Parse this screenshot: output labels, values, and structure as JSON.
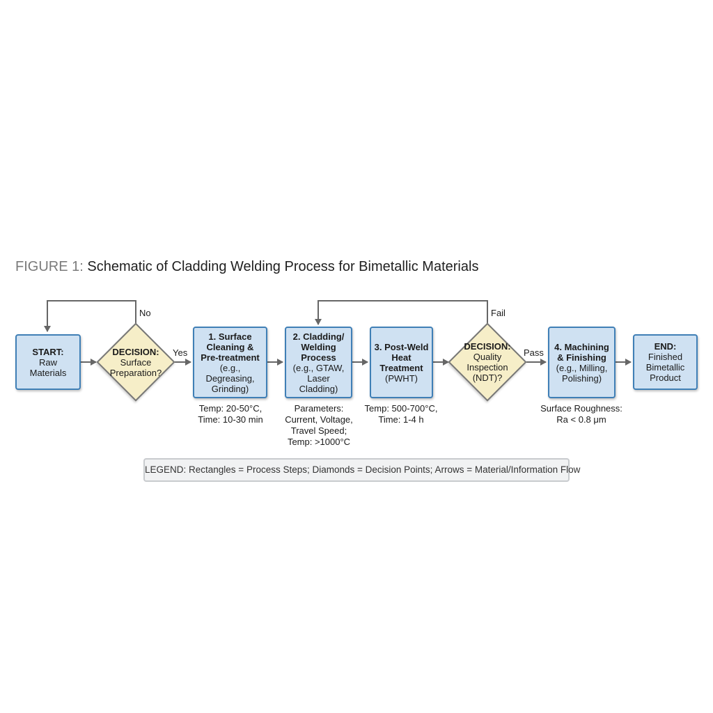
{
  "title": {
    "label": "FIGURE 1:",
    "text": "Schematic of Cladding Welding Process for Bimetallic Materials"
  },
  "nodes": {
    "start": {
      "bold": "START:",
      "text": "Raw\nMaterials"
    },
    "decision_prep": {
      "bold": "DECISION:",
      "text": "Surface\nPreparation?"
    },
    "step1": {
      "bold": "1. Surface\nCleaning &\nPre-treatment",
      "text": "(e.g., Degreasing,\nGrinding)"
    },
    "step2": {
      "bold": "2. Cladding/\nWelding\nProcess",
      "text": "(e.g., GTAW,\nLaser Cladding)"
    },
    "step3": {
      "bold": "3. Post-Weld\nHeat\nTreatment",
      "text": "(PWHT)"
    },
    "decision_qc": {
      "bold": "DECISION:",
      "text": "Quality\nInspection\n(NDT)?"
    },
    "step4": {
      "bold": "4. Machining\n& Finishing",
      "text": "(e.g., Milling,\nPolishing)"
    },
    "end": {
      "bold": "END:",
      "text": "Finished\nBimetallic\nProduct"
    }
  },
  "edge_labels": {
    "no": "No",
    "yes": "Yes",
    "fail": "Fail",
    "pass": "Pass"
  },
  "notes": {
    "step1": "Temp: 20-50°C,\nTime: 10-30 min",
    "step2": "Parameters:\nCurrent, Voltage,\nTravel Speed;\nTemp: >1000°C",
    "step3": "Temp: 500-700°C,\nTime: 1-4 h",
    "step4": "Surface Roughness:\nRa < 0.8 μm"
  },
  "legend": "LEGEND: Rectangles = Process Steps; Diamonds = Decision Points; Arrows = Material/Information Flow"
}
